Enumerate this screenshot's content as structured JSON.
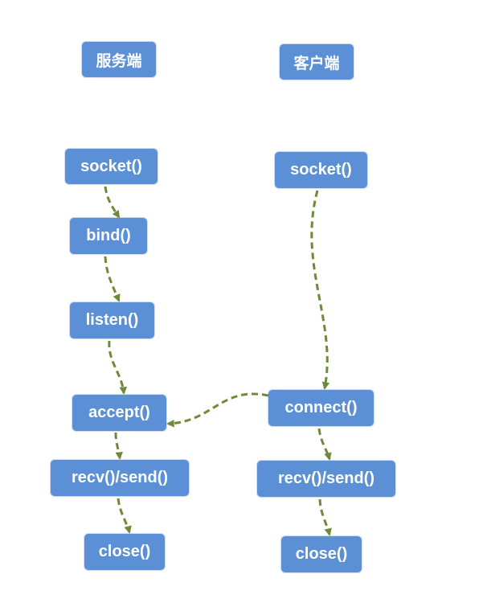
{
  "headers": {
    "server": "服务端",
    "client": "客户端"
  },
  "server": {
    "socket": "socket()",
    "bind": "bind()",
    "listen": "listen()",
    "accept": "accept()",
    "recvsend": "recv()/send()",
    "close": "close()"
  },
  "client": {
    "socket": "socket()",
    "connect": "connect()",
    "recvsend": "recv()/send()",
    "close": "close()"
  },
  "colors": {
    "node": "#5b8fd6",
    "arrow": "#6e8a38"
  }
}
